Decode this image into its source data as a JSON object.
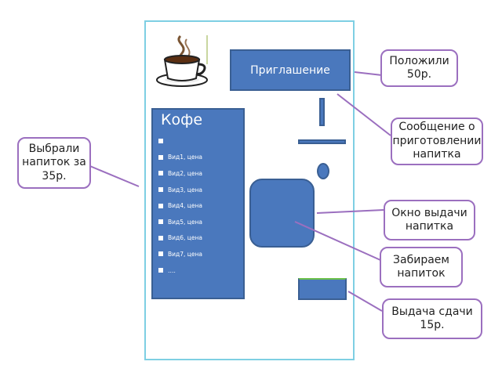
{
  "screen": {
    "label": "Приглашение"
  },
  "menu": {
    "title": "Кофе",
    "items": [
      "",
      "Вид1, цена",
      "Вид2, цена",
      "Вид3, цена",
      "Вид4, цена",
      "Вид5, цена",
      "Вид6, цена",
      "Вид7, цена",
      "…."
    ]
  },
  "callouts": {
    "paid": "Положили 50р.",
    "message": "Сообщение о приготовлении напитка",
    "chose": "Выбрали напиток за 35р.",
    "window": "Окно выдачи напитка",
    "take": "Забираем напиток",
    "change": "Выдача сдачи 15р."
  },
  "colors": {
    "panel": "#4a78bd",
    "frame": "#7ecfe3",
    "callout_border": "#9b6fbf"
  }
}
